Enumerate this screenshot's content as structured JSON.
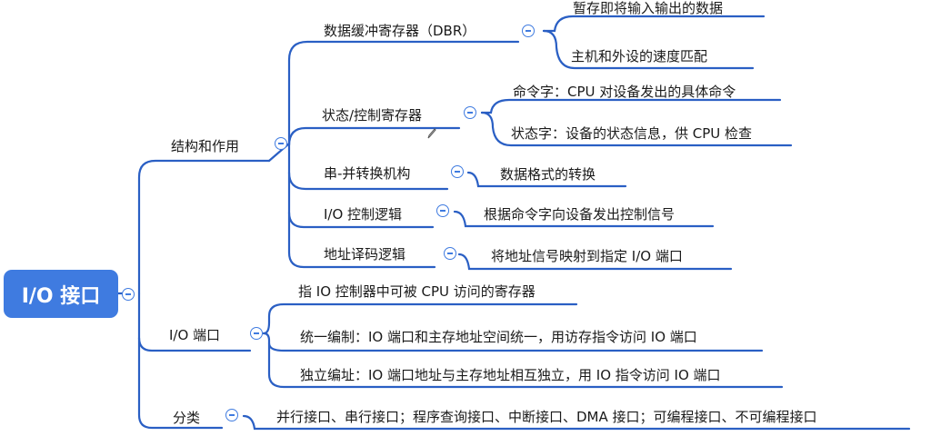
{
  "root": "I/O 接口",
  "branches": {
    "structure": {
      "label": "结构和作用",
      "children": [
        {
          "label": "数据缓冲寄存器（DBR）",
          "items": [
            "暂存即将输入输出的数据",
            "主机和外设的速度匹配"
          ]
        },
        {
          "label": "状态/控制寄存器",
          "items": [
            "命令字：CPU 对设备发出的具体命令",
            "状态字：设备的状态信息，供 CPU 检查"
          ]
        },
        {
          "label": "串-并转换机构",
          "items": [
            "数据格式的转换"
          ]
        },
        {
          "label": "I/O 控制逻辑",
          "items": [
            "根据命令字向设备发出控制信号"
          ]
        },
        {
          "label": "地址译码逻辑",
          "items": [
            "将地址信号映射到指定 I/O 端口"
          ]
        }
      ]
    },
    "port": {
      "label": "I/O 端口",
      "items": [
        "指 IO 控制器中可被 CPU 访问的寄存器",
        "统一编制：IO 端口和主存地址空间统一，用访存指令访问 IO 端口",
        "独立编址：IO 端口地址与主存地址相互独立，用 IO 指令访问 IO 端口"
      ]
    },
    "category": {
      "label": "分类",
      "items": [
        "并行接口、串行接口；程序查询接口、中断接口、DMA 接口；可编程接口、不可编程接口"
      ]
    }
  },
  "colors": {
    "accent": "#3f7be0",
    "line": "#2a5fc4",
    "text": "#1a1a1a"
  }
}
